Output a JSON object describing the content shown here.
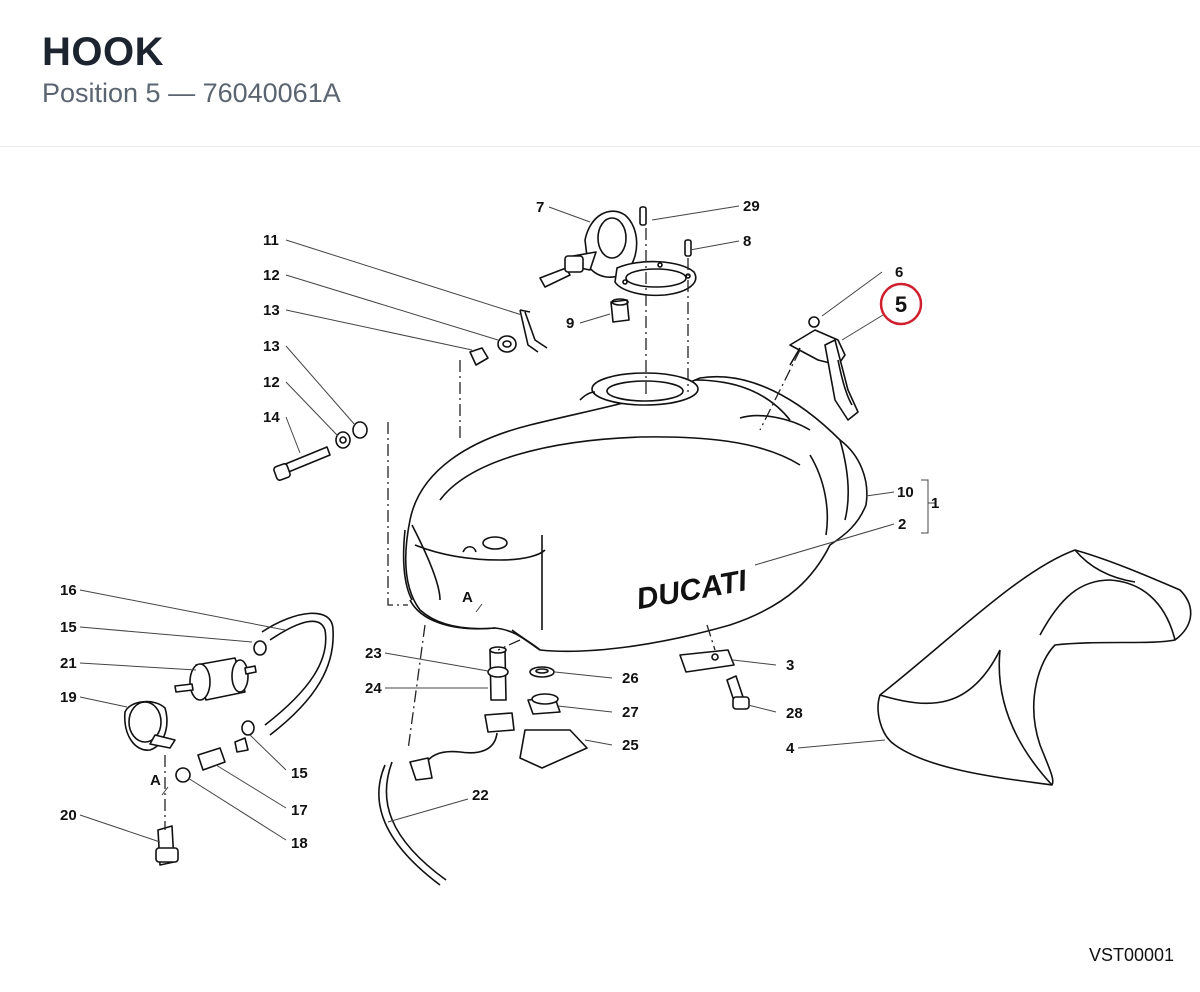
{
  "header": {
    "title": "HOOK",
    "subtitle": "Position 5 — 76040061A"
  },
  "diagram": {
    "highlight_color": "#d0202e",
    "brand_text": "DUCATI",
    "view_marker": "A",
    "drawing_code": "VST00001",
    "highlighted_label": "5",
    "callouts": [
      "7",
      "29",
      "8",
      "11",
      "12",
      "13",
      "13",
      "12",
      "14",
      "6",
      "9",
      "10",
      "1",
      "2",
      "16",
      "15",
      "21",
      "19",
      "23",
      "24",
      "26",
      "27",
      "25",
      "3",
      "28",
      "4",
      "22",
      "20",
      "15",
      "17",
      "18"
    ]
  }
}
